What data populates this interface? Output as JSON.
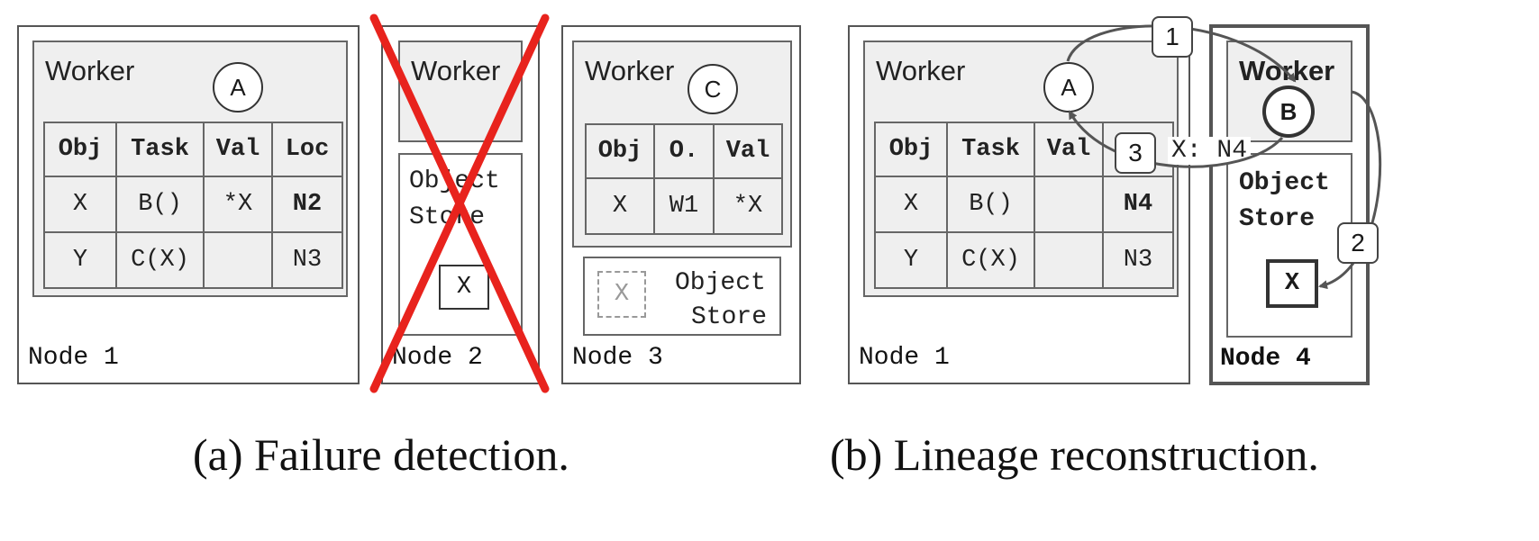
{
  "worker_label": "Worker",
  "object_store_line1": "Object",
  "object_store_line2": "Store",
  "panel_a": {
    "node1": {
      "label": "Node 1",
      "task": "A",
      "table": {
        "headers": [
          "Obj",
          "Task",
          "Val",
          "Loc"
        ],
        "rows": [
          [
            "X",
            "B()",
            "*X",
            "N2"
          ],
          [
            "Y",
            "C(X)",
            "",
            "N3"
          ]
        ]
      }
    },
    "node2": {
      "label": "Node 2",
      "object": "X"
    },
    "node3": {
      "label": "Node 3",
      "task": "C",
      "table": {
        "headers": [
          "Obj",
          "O.",
          "Val"
        ],
        "rows": [
          [
            "X",
            "W1",
            "*X"
          ]
        ]
      },
      "object": "X"
    },
    "caption": "(a) Failure detection."
  },
  "panel_b": {
    "node1": {
      "label": "Node 1",
      "task": "A",
      "table": {
        "headers": [
          "Obj",
          "Task",
          "Val",
          ""
        ],
        "rows": [
          [
            "X",
            "B()",
            "",
            "N4"
          ],
          [
            "Y",
            "C(X)",
            "",
            "N3"
          ]
        ]
      }
    },
    "node4": {
      "label": "Node 4",
      "task": "B",
      "object": "X"
    },
    "steps": [
      "1",
      "2",
      "3"
    ],
    "message": "X: N4",
    "caption": "(b) Lineage reconstruction."
  },
  "colors": {
    "failure_red": "#e8231d",
    "border_gray": "#555555",
    "panel_fill": "#efefef"
  }
}
